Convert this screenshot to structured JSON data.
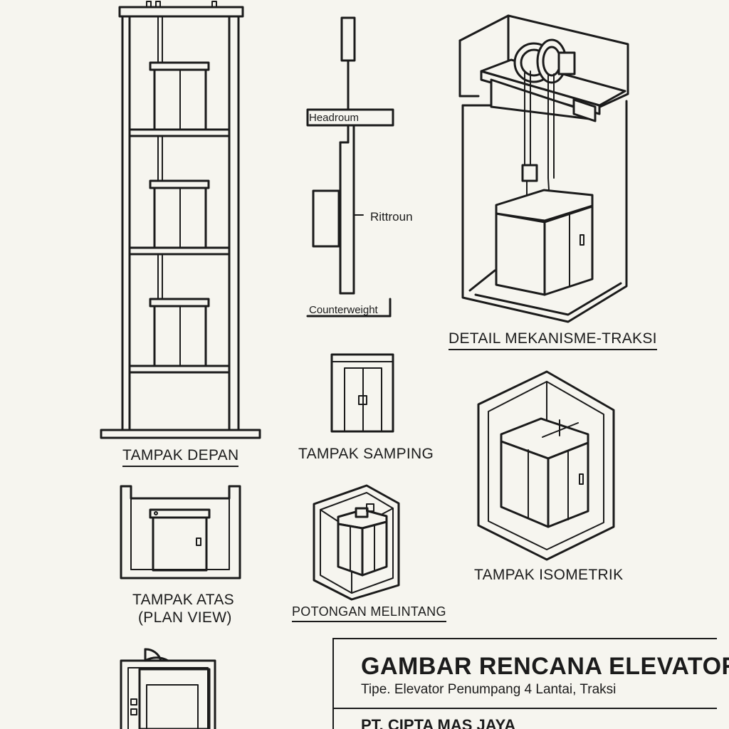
{
  "sheet": {
    "title": "GAMBAR RENCANA ELEVATOR",
    "subtitle": "Tipe. Elevator Penumpang 4 Lantai, Traksi",
    "company": "PT. CIPTA MAS JAYA"
  },
  "views": {
    "front": "TAMPAK DEPAN",
    "side": "TAMPAK SAMPING",
    "top_line1": "TAMPAK ATAS",
    "top_line2": "(PLAN VIEW)",
    "section": "POTONGAN MELINTANG",
    "isometric": "TAMPAK ISOMETRIK",
    "traction_detail": "DETAIL MEKANISME-TRAKSI"
  },
  "side_section_labels": {
    "headroom": "Headroum",
    "rail": "Rittroun",
    "counterweight": "Counterweight"
  },
  "colors": {
    "paper": "#f6f5ef",
    "ink": "#1b1b1b"
  }
}
